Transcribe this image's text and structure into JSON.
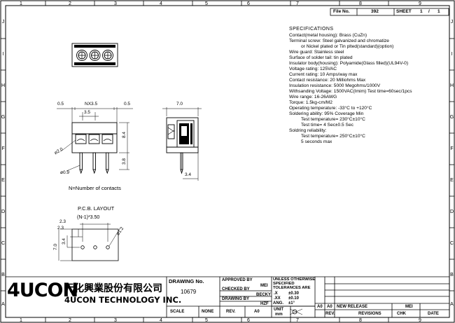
{
  "frame": {
    "col_labels": [
      "1",
      "2",
      "3",
      "4",
      "5",
      "6",
      "7",
      "8",
      "9"
    ],
    "row_labels": [
      "J",
      "I",
      "H",
      "G",
      "F",
      "E",
      "D",
      "C",
      "B",
      "A"
    ]
  },
  "header": {
    "file_no_label": "File No.",
    "file_no_value": "392",
    "sheet_label": "SHEET",
    "sheet_value": "1",
    "sheet_sep": "/",
    "sheet_total": "1"
  },
  "specifications": {
    "heading": "SPECIFICATIONS",
    "lines": [
      {
        "text": "Contact(metal housing): Brass (CuZn)",
        "indent": false
      },
      {
        "text": "Terminal screw: Steel galvanized and chromatize",
        "indent": false
      },
      {
        "text": "or Nickel plated or Tin plted(standard)(option)",
        "indent": true
      },
      {
        "text": "Wire guard: Stainless steel",
        "indent": false
      },
      {
        "text": "Surface of solder tail: tin plated",
        "indent": false
      },
      {
        "text": "Insulator body(housing): Polyamide(Glass filled)(UL94V-0)",
        "indent": false
      },
      {
        "text": "Voltage rating: 125VAC",
        "indent": false
      },
      {
        "text": "Current rating: 10 Amps/way max",
        "indent": false
      },
      {
        "text": "Contact resistance: 20 Milliohms Max",
        "indent": false
      },
      {
        "text": "Insulation resistance: 5000 Megohms/1000V",
        "indent": false
      },
      {
        "text": "Withsanding Voltage: 1500VAC(Imim) Test time=60sec/1pcs",
        "indent": false
      },
      {
        "text": "Wire range: 16-26AWG",
        "indent": false
      },
      {
        "text": "Torque: 1.5kg-cm/M2",
        "indent": false
      },
      {
        "text": "Operating temperature: -33°C to +120°C",
        "indent": false
      },
      {
        "text": "Soldering ability: 95% Coverage Min",
        "indent": false
      },
      {
        "text": "Test temperature= 230°C±10°C",
        "indent": true
      },
      {
        "text": "Test time= 4 Sec±0.5 Sec",
        "indent": true
      },
      {
        "text": "Soldring reliability:",
        "indent": false
      },
      {
        "text": "Test temperature= 250°C±10°C",
        "indent": true
      },
      {
        "text": "5 seconds max",
        "indent": true
      }
    ]
  },
  "drawing": {
    "dim_05_left": "0.5",
    "dim_pitch_n": "NX3.5",
    "dim_05_right": "0.5",
    "dim_35": "3.5",
    "dim_84": "8.4",
    "dim_20": "ø2.0",
    "dim_38": "3.8",
    "dim_09": "ø0.9",
    "dim_70_side": "7.0",
    "dim_34_side": "3.4",
    "note_contacts": "N=Number of contacts",
    "pcb_title": "P.C.B.   LAYOUT",
    "pcb_formula": "(N-1)*3.50",
    "pcb_23_top": "2.3",
    "pcb_23_bottom": "2.3",
    "pcb_70": "7.0",
    "pcb_34": "3.4",
    "pcb_12": "ø1.2"
  },
  "title_block": {
    "company_logo": "4UCON",
    "company_cn": "元化興業股份有限公司",
    "company_en": "4UCON TECHNOLOGY INC.",
    "drawing_no_label": "DRAWING  No.",
    "drawing_no_value": "10679",
    "approved_by_label": "APPROVED BY",
    "approved_by_value": "MEI",
    "checked_by_label": "CHECKED BY",
    "checked_by_value": "BECKY",
    "drawing_by_label": "DRAWING BY",
    "drawing_by_value": "HZF",
    "tol_line1": "UNLESS OTHERWISE",
    "tol_line2": "SPECIFIED",
    "tol_line3": "TOLERANCES ARE",
    "tol_x_label": ".X",
    "tol_x_value": "±0.30",
    "tol_xx_label": ".XX",
    "tol_xx_value": "±0.10",
    "tol_ang_label": "ANG.",
    "tol_ang_value": "±1°",
    "unit_label": "UNIT",
    "unit_value": "mm",
    "scale_label": "SCALE",
    "scale_value": "NONE",
    "rev_label": "REV.",
    "rev_value": "A0",
    "rev_col_a": "A0",
    "rev_col_b": "A0",
    "rev_row_text": "NEW RELEASE",
    "rev_row_chk": "MEI",
    "rev_hdr_rev": "REV.",
    "rev_hdr_revisions": "REVISIONS",
    "rev_hdr_chk": "CHK",
    "rev_hdr_date": "DATE"
  }
}
